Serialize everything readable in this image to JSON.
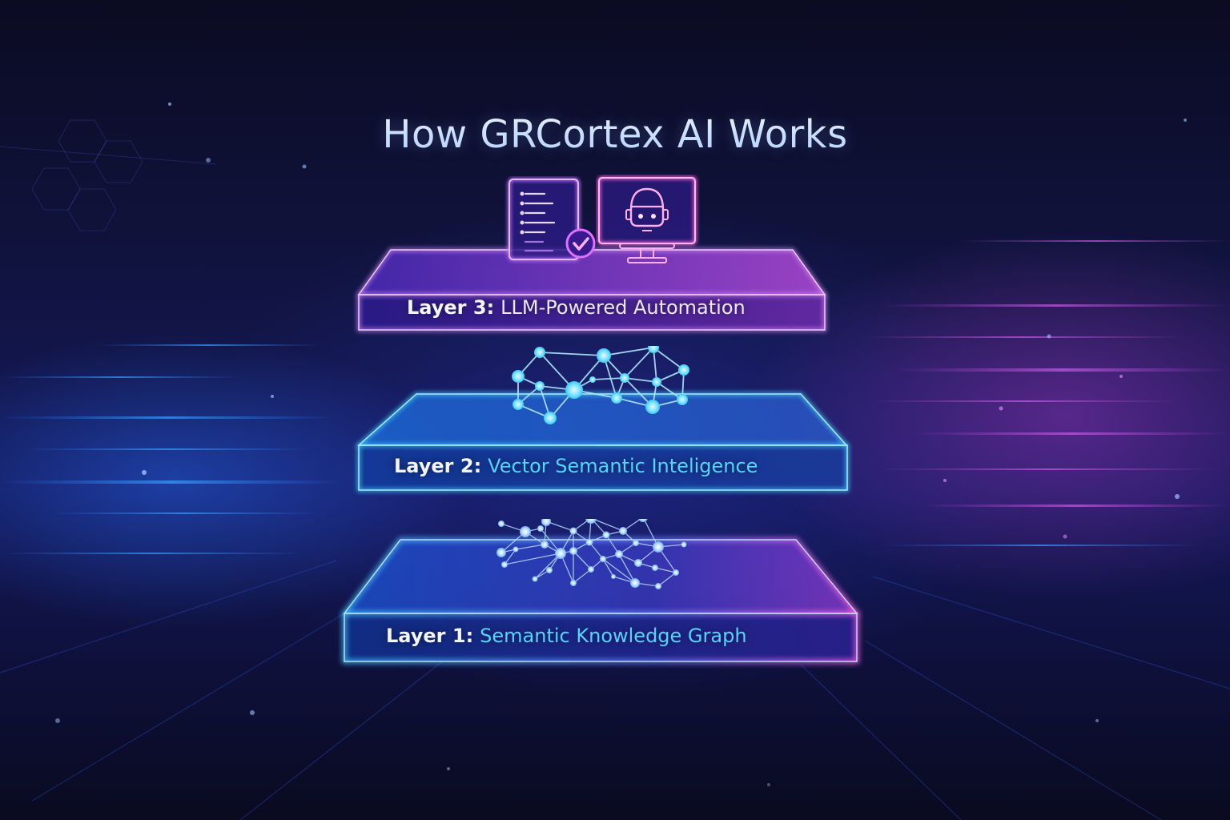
{
  "title": "How GRCortex AI Works",
  "layers": [
    {
      "prefix": "Layer 3:",
      "name": "LLM-Powered Automation",
      "name_color": "#e8e4ff",
      "accent": "#b060ff",
      "accent_secondary": "#ff6ee0",
      "icons": [
        "document-checklist-icon",
        "ai-assistant-monitor-icon"
      ]
    },
    {
      "prefix": "Layer 2:",
      "name": "Vector Semantic Inteligence",
      "name_color": "#56d4ff",
      "accent": "#3ec8ff",
      "icons": [
        "vector-network-icon"
      ]
    },
    {
      "prefix": "Layer 1:",
      "name": "Semantic Knowledge Graph",
      "name_color": "#56d4ff",
      "accent": "#3aa8ff",
      "accent_secondary": "#d060ff",
      "icons": [
        "knowledge-graph-icon"
      ]
    }
  ],
  "colors": {
    "background": "#0c0b24",
    "title": "#cfe2ff",
    "blue_glow": "#3ec8ff",
    "purple_glow": "#b060ff",
    "pink_glow": "#ff6ee0"
  }
}
